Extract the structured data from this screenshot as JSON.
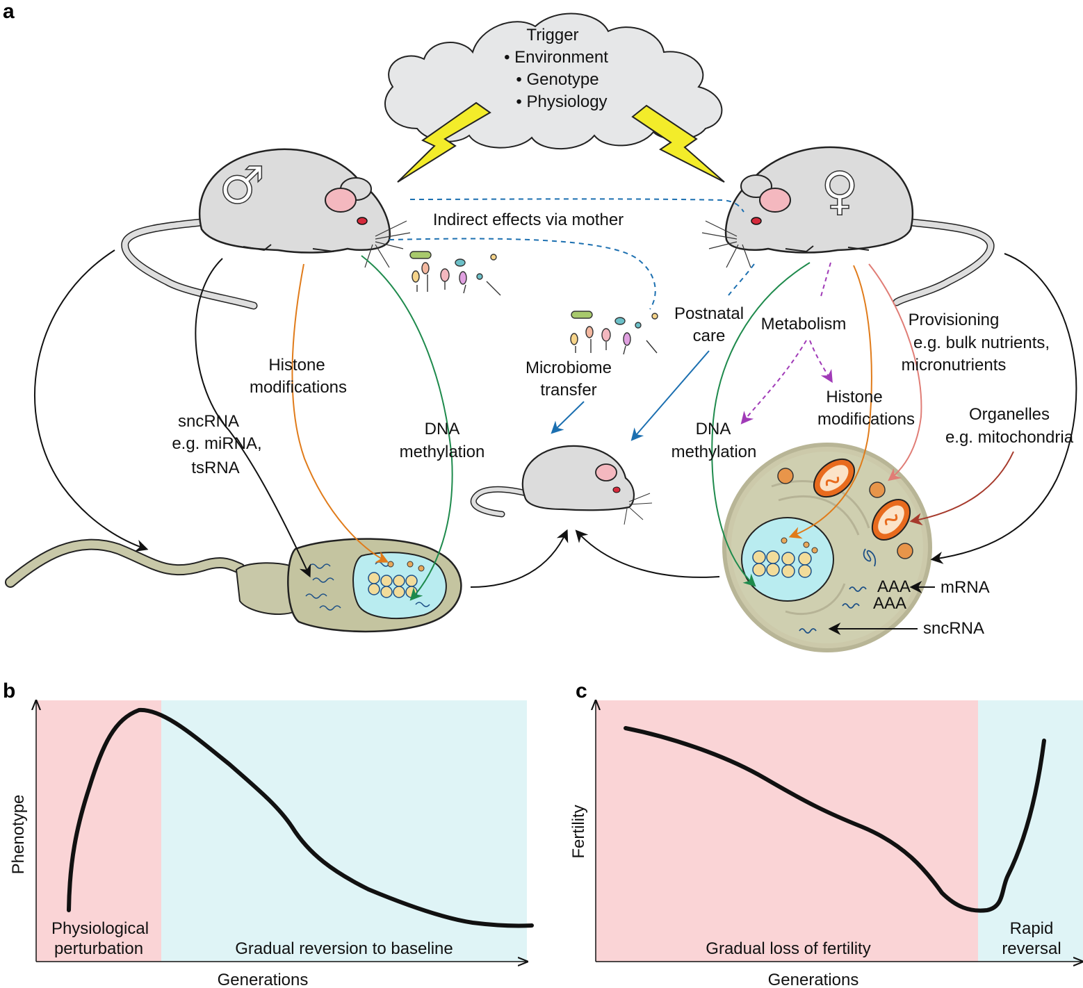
{
  "panels": {
    "a": "a",
    "b": "b",
    "c": "c"
  },
  "trigger": {
    "title": "Trigger",
    "items": [
      "• Environment",
      "• Genotype",
      "• Physiology"
    ]
  },
  "symbols": {
    "male": "♂",
    "female": "♀"
  },
  "labels": {
    "indirect": "Indirect effects via mother",
    "microbiome": [
      "Microbiome",
      "transfer"
    ],
    "postnatal": [
      "Postnatal",
      "care"
    ],
    "male_histone": [
      "Histone",
      "modifications"
    ],
    "male_sncrna": [
      "sncRNA",
      "e.g. miRNA,",
      "tsRNA"
    ],
    "male_dna": [
      "DNA",
      "methylation"
    ],
    "female_metabolism": "Metabolism",
    "female_dna": [
      "DNA",
      "methylation"
    ],
    "female_histone": [
      "Histone",
      "modifications"
    ],
    "provisioning": [
      "Provisioning",
      "e.g. bulk nutrients,",
      "micronutrients"
    ],
    "organelles": [
      "Organelles",
      "e.g. mitochondria"
    ],
    "mrna": "mRNA",
    "sncrna": "sncRNA",
    "aaa": [
      "AAA",
      "AAA"
    ]
  },
  "panel_b": {
    "ylabel": "Phenotype",
    "xlabel": "Generations",
    "region1": [
      "Physiological",
      "perturbation"
    ],
    "region2": "Gradual reversion to baseline"
  },
  "panel_c": {
    "ylabel": "Fertility",
    "xlabel": "Generations",
    "region1": "Gradual loss of fertility",
    "region2": [
      "Rapid",
      "reversal"
    ]
  },
  "colors": {
    "pink_region": "#fad4d6",
    "blue_region": "#dff4f6",
    "histone_arrow": "#e07b1a",
    "dna_arrow": "#1e8a4c",
    "metabolism_arrow": "#a03ab7",
    "provisioning_arrow": "#e07d76",
    "organelle_arrow": "#a63a2c",
    "care_arrow": "#1b6fb0",
    "cloud": "#e6e7e8",
    "bolt": "#f3ec2a",
    "mouse": "#dcdcdc",
    "sperm": "#c8c8a8",
    "nucleus": "#b9ecf0",
    "mitochondria": "#e86b1e"
  }
}
